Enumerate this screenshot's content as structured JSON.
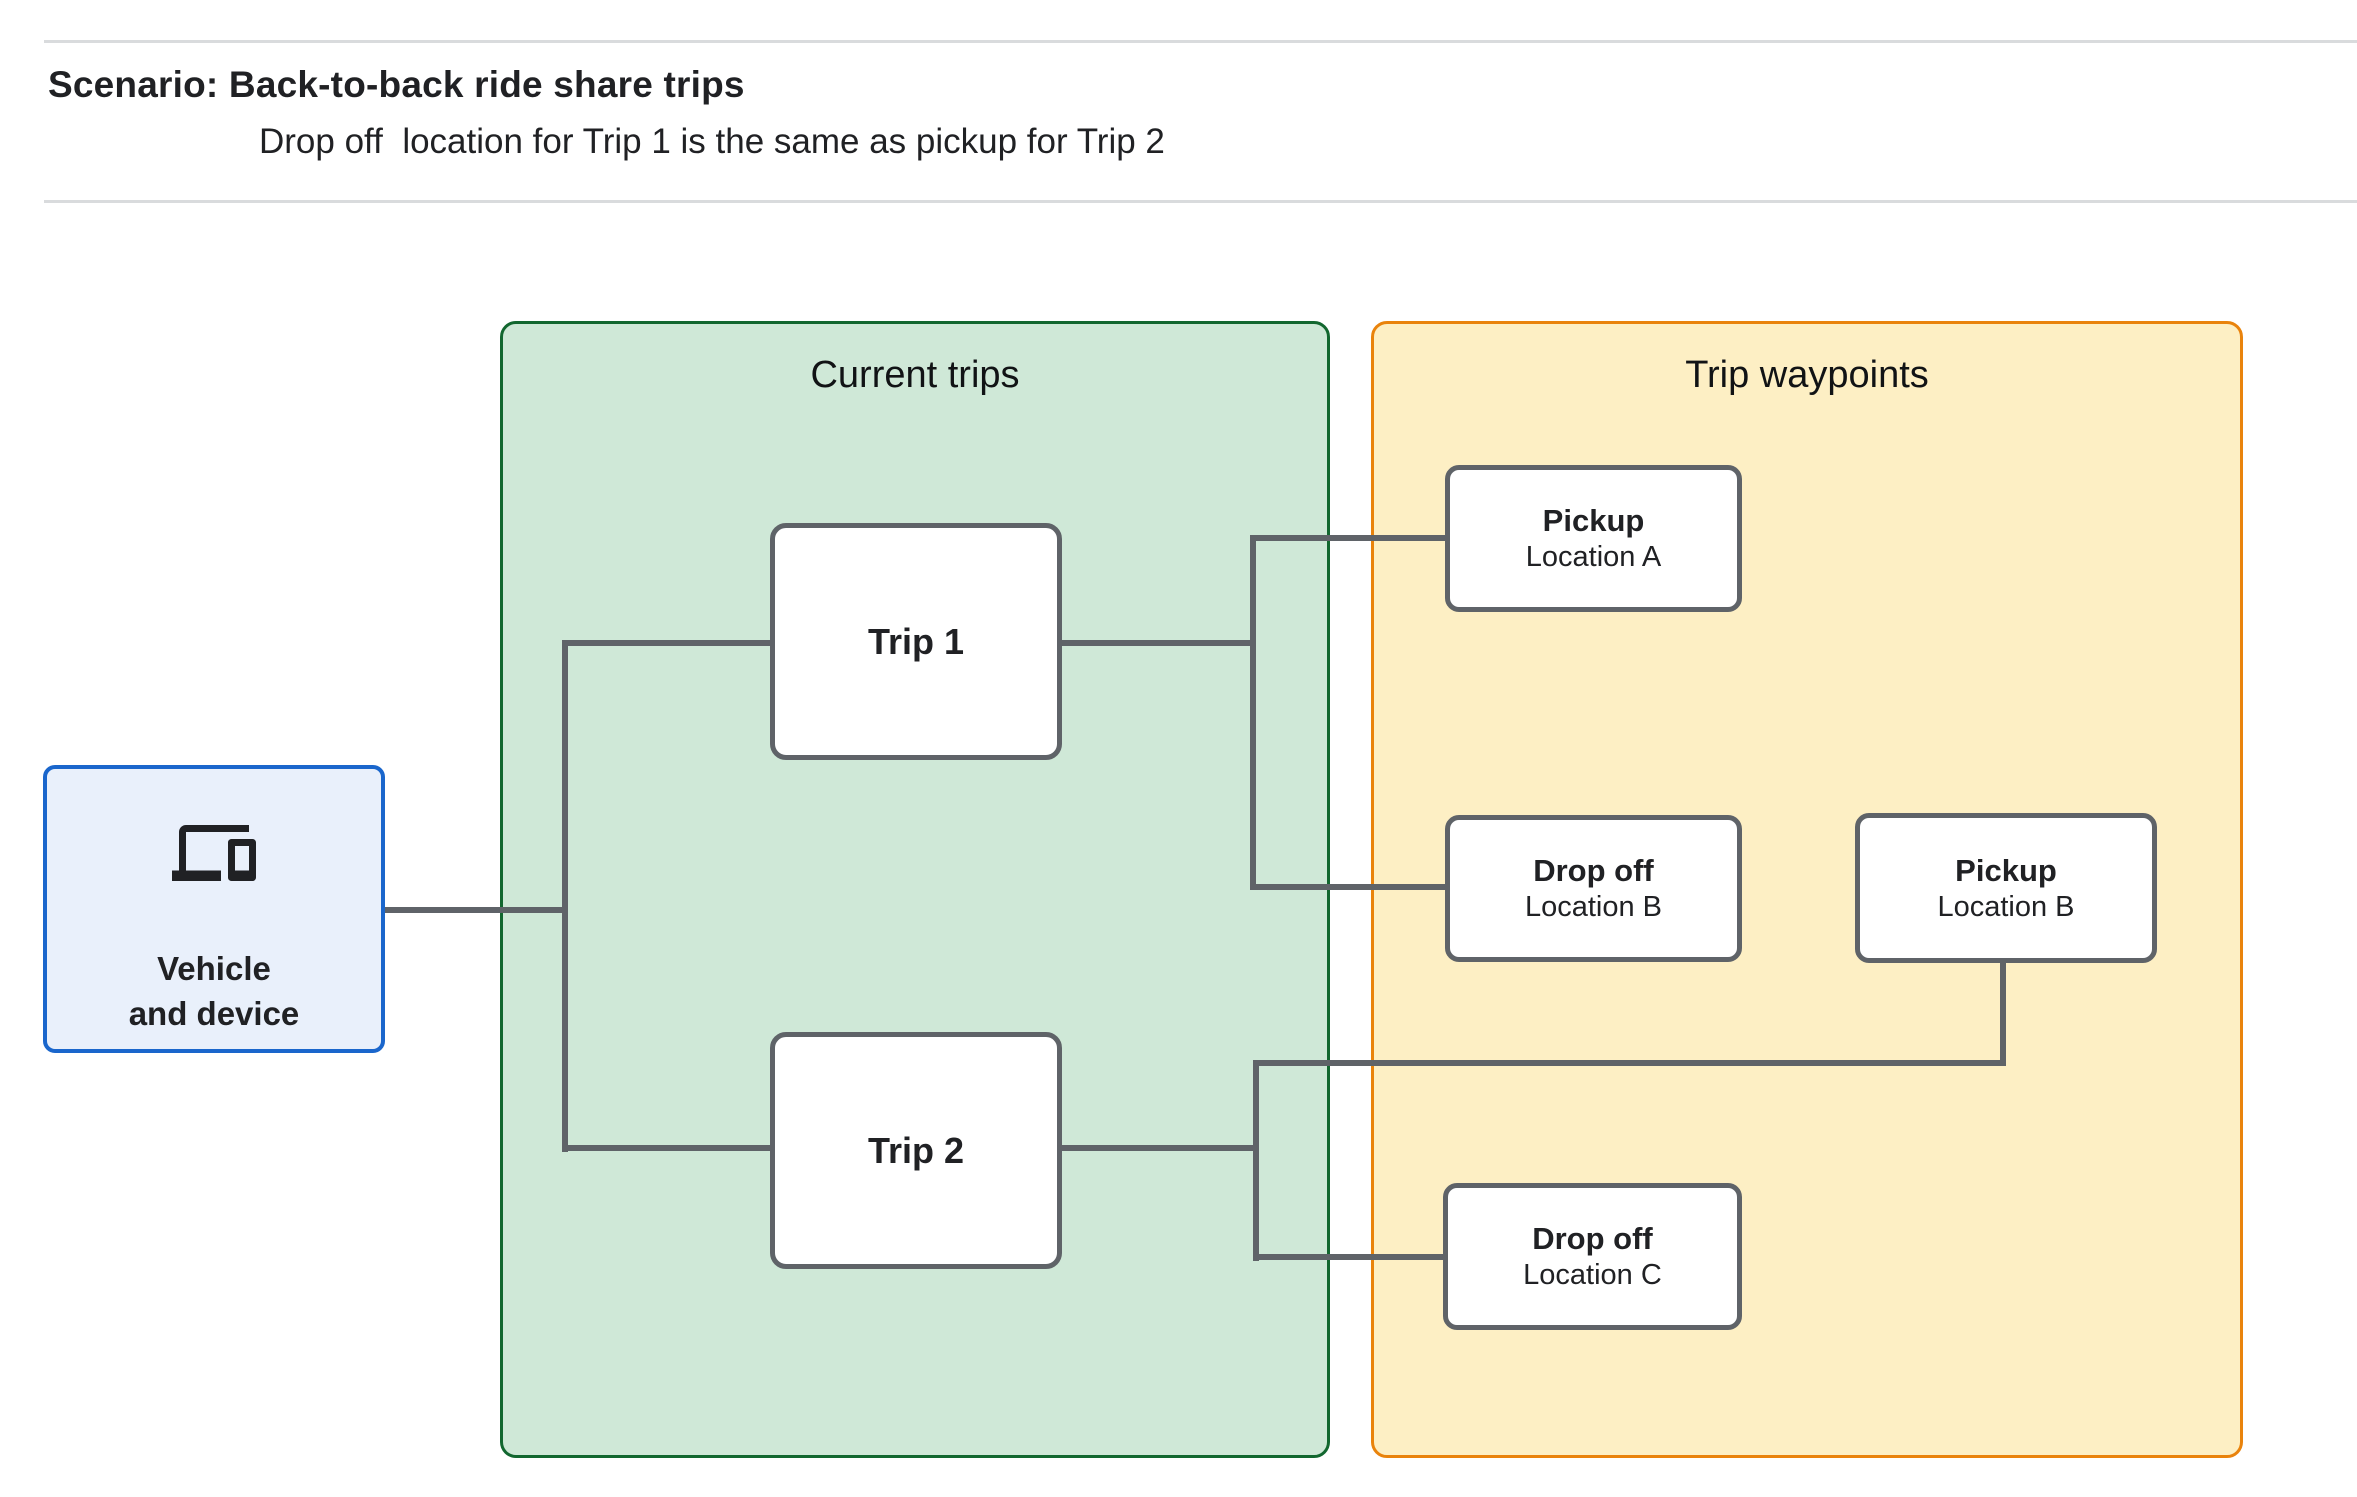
{
  "header": {
    "title": "Scenario: Back-to-back ride share trips",
    "subtitle": "Drop off  location for Trip 1 is the same as pickup for Trip 2"
  },
  "vehicle": {
    "label": "Vehicle\nand device",
    "icon": "devices-icon"
  },
  "groups": {
    "current_trips": "Current trips",
    "trip_waypoints": "Trip waypoints"
  },
  "trips": [
    {
      "label": "Trip 1"
    },
    {
      "label": "Trip 2"
    }
  ],
  "waypoints": [
    {
      "type": "Pickup",
      "location": "Location A"
    },
    {
      "type": "Drop off",
      "location": "Location B"
    },
    {
      "type": "Pickup",
      "location": "Location B"
    },
    {
      "type": "Drop off",
      "location": "Location C"
    }
  ],
  "colors": {
    "vehicle_fill": "#E9F0FB",
    "vehicle_border": "#1A66CC",
    "current_trips_fill": "#CFE8D7",
    "current_trips_border": "#12672F",
    "waypoints_fill": "#FDEFC4",
    "waypoints_border": "#E9830C",
    "node_fill": "#FFFFFF",
    "node_border": "#5F6368",
    "connector": "#5F6368",
    "divider": "#D9DBDD",
    "text": "#202124"
  }
}
